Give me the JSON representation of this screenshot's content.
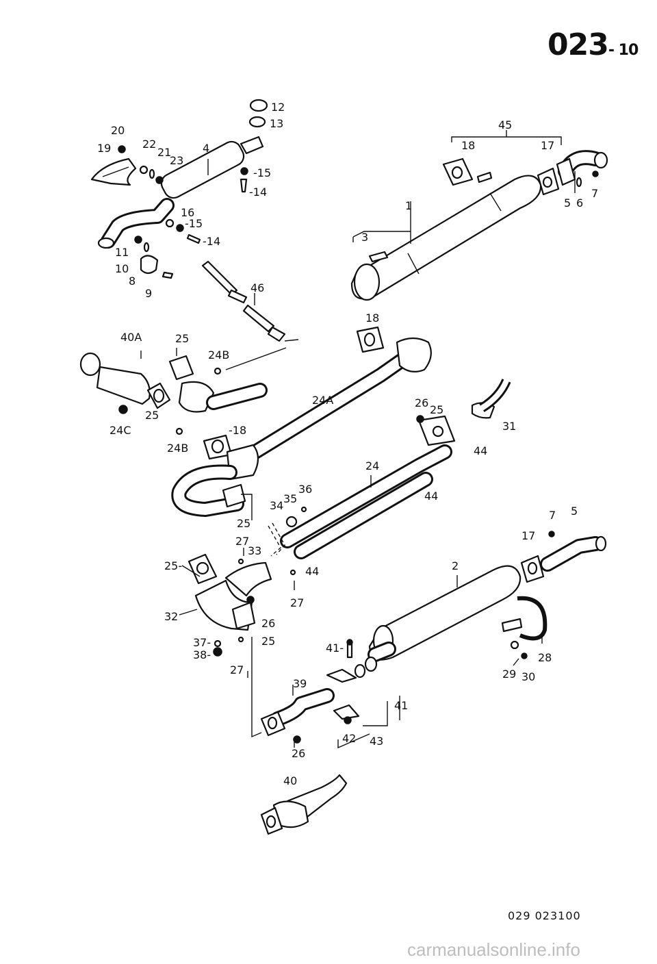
{
  "header": {
    "page_code": "023",
    "page_code_suffix": "- 10"
  },
  "footer": {
    "figure_code": "029  023100",
    "watermark": "carmanualsonline.info"
  },
  "callouts": {
    "c1": "1",
    "c2": "2",
    "c3": "3",
    "c4": "4",
    "c5a": "5",
    "c5b": "5",
    "c6": "6",
    "c7a": "7",
    "c7b": "7",
    "c8": "8",
    "c9": "9",
    "c10": "10",
    "c11": "11",
    "c12": "12",
    "c13": "13",
    "c14a": "-14",
    "c14b": "-14",
    "c15a": "-15",
    "c15b": "-15",
    "c16": "16",
    "c17a": "17",
    "c17b": "17",
    "c18a": "18",
    "c18b": "18",
    "c18c": "-18",
    "c19": "19",
    "c20": "20",
    "c21": "21",
    "c22": "22",
    "c23": "23",
    "c24": "24",
    "c24a": "24A",
    "c24b1": "24B",
    "c24b2": "24B",
    "c24c": "24C",
    "c25a": "25",
    "c25b": "25",
    "c25c": "25",
    "c25d": "25",
    "c25e": "25-",
    "c25f": "25",
    "c26a": "26",
    "c26b": "26",
    "c26c": "26",
    "c27a": "27",
    "c27b": "27",
    "c27c": "27",
    "c28": "28",
    "c29": "29",
    "c30": "30",
    "c31": "31",
    "c32": "32",
    "c33": "33",
    "c34": "34",
    "c35": "35",
    "c36": "36",
    "c37": "37-",
    "c38": "38-",
    "c39": "39",
    "c40": "40",
    "c40a": "40A",
    "c41a": "41-",
    "c41b": "41",
    "c42": "42",
    "c43": "43",
    "c44a": "44",
    "c44b": "44",
    "c44c": "44",
    "c45": "45",
    "c46": "46"
  }
}
